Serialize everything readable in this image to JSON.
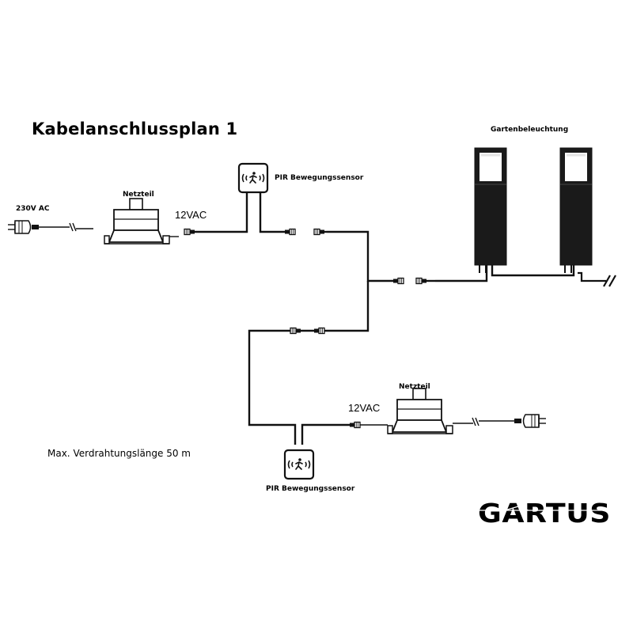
{
  "title": "Kabelanschlussplan 1",
  "labels": {
    "input_voltage": "230V AC",
    "psu_top": "Netzteil",
    "psu_bottom": "Netzteil",
    "voltage_top": "12VAC",
    "voltage_bottom": "12VAC",
    "sensor_top": "PIR Bewegungssensor",
    "sensor_bottom": "PIR Bewegungssensor",
    "lights": "Gartenbeleuchtung",
    "max_length": "Max. Verdrahtungslänge 50 m"
  },
  "brand": {
    "logo_text": "GARTUS"
  },
  "colors": {
    "line": "#111111",
    "background": "#ffffff",
    "light_body": "#1a1a1a"
  }
}
